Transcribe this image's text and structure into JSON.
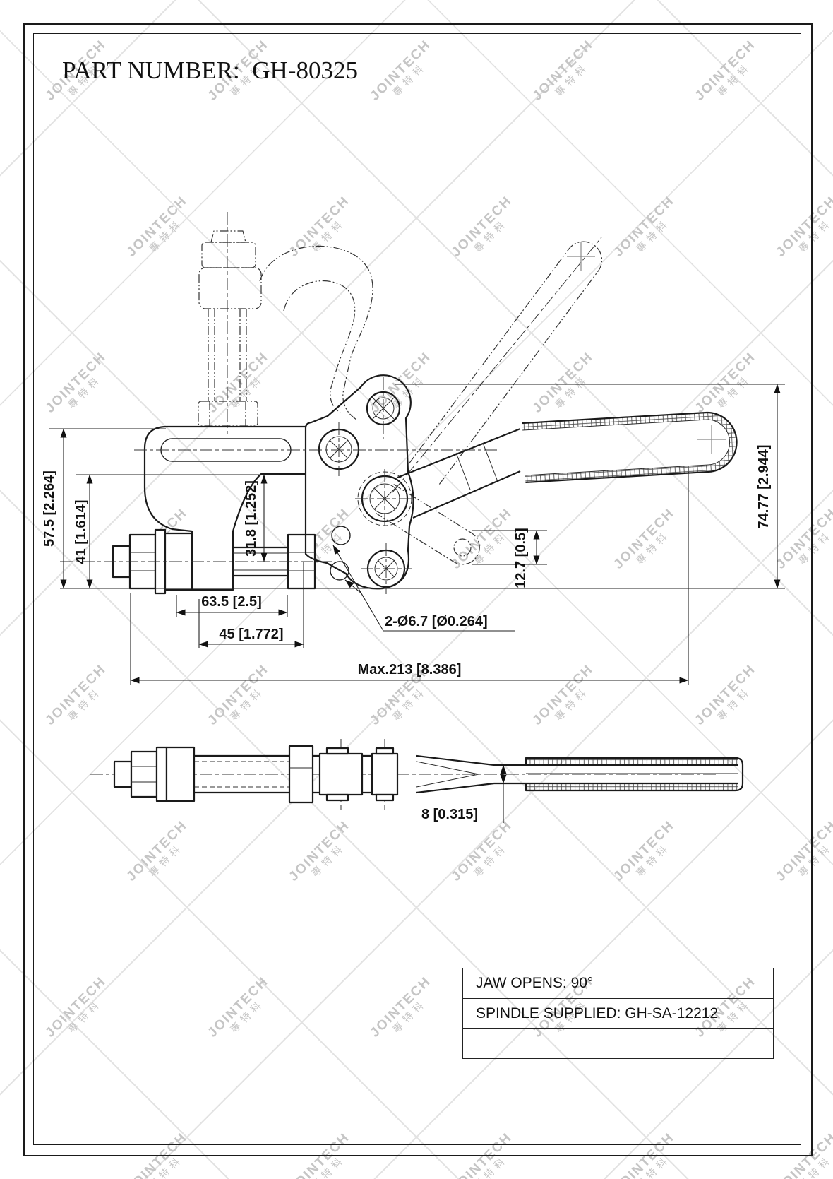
{
  "page": {
    "title": "PART NUMBER:  GH-80325"
  },
  "watermark": {
    "line1": "JOINTECH",
    "line2": "專特科"
  },
  "dims": {
    "total_height": "57.5 [2.264]",
    "arm_height": "41 [1.614]",
    "slot_height": "31.8 [1.252]",
    "spindle_len": "63.5 [2.5]",
    "open_len": "45 [1.772]",
    "hole_note": "2-Ø6.7 [Ø0.264]",
    "max_len": "Max.213 [8.386]",
    "handle_height": "74.77 [2.944]",
    "link_thk": "12.7 [0.5]",
    "bar_thk": "8 [0.315]"
  },
  "spec_table": {
    "row1": "JAW OPENS: 90°",
    "row2": "SPINDLE SUPPLIED: GH-SA-12212",
    "row3": ""
  }
}
